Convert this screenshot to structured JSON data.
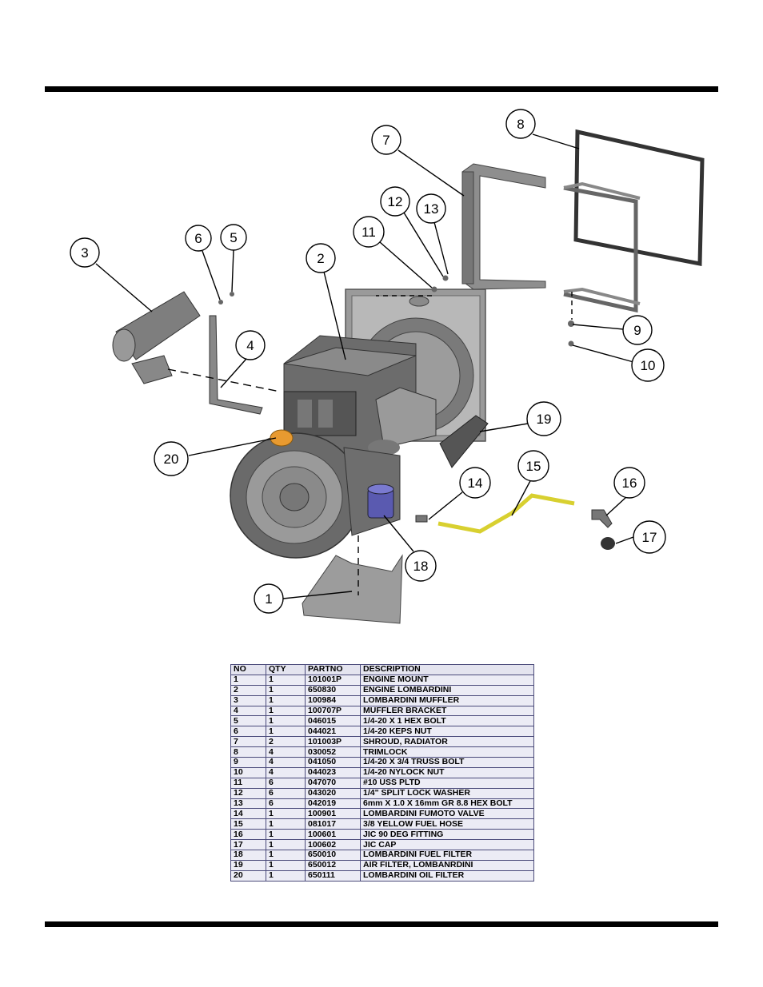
{
  "callouts": [
    "1",
    "2",
    "3",
    "4",
    "5",
    "6",
    "7",
    "8",
    "9",
    "10",
    "11",
    "12",
    "13",
    "14",
    "15",
    "16",
    "17",
    "18",
    "19",
    "20"
  ],
  "table": {
    "headers": [
      "NO",
      "QTY",
      "PARTNO",
      "DESCRIPTION"
    ],
    "rows": [
      [
        "1",
        "1",
        "101001P",
        "ENGINE MOUNT"
      ],
      [
        "2",
        "1",
        "650830",
        "ENGINE LOMBARDINI"
      ],
      [
        "3",
        "1",
        "100984",
        "LOMBARDINI MUFFLER"
      ],
      [
        "4",
        "1",
        "100707P",
        "MUFFLER BRACKET"
      ],
      [
        "5",
        "1",
        "046015",
        "1/4-20 X 1 HEX BOLT"
      ],
      [
        "6",
        "1",
        "044021",
        "1/4-20 KEPS NUT"
      ],
      [
        "7",
        "2",
        "101003P",
        "SHROUD, RADIATOR"
      ],
      [
        "8",
        "4",
        "030052",
        "TRIMLOCK"
      ],
      [
        "9",
        "4",
        "041050",
        "1/4-20 X 3/4 TRUSS BOLT"
      ],
      [
        "10",
        "4",
        "044023",
        "1/4-20 NYLOCK NUT"
      ],
      [
        "11",
        "6",
        "047070",
        "#10 USS PLTD"
      ],
      [
        "12",
        "6",
        "043020",
        "1/4\" SPLIT LOCK WASHER"
      ],
      [
        "13",
        "6",
        "042019",
        "6mm X 1.0 X 16mm GR 8.8 HEX BOLT"
      ],
      [
        "14",
        "1",
        "100901",
        "LOMBARDINI FUMOTO VALVE"
      ],
      [
        "15",
        "1",
        "081017",
        "3/8 YELLOW FUEL HOSE"
      ],
      [
        "16",
        "1",
        "100601",
        "JIC 90 DEG FITTING"
      ],
      [
        "17",
        "1",
        "100602",
        "JIC CAP"
      ],
      [
        "18",
        "1",
        "650010",
        "LOMBARDINI FUEL FILTER"
      ],
      [
        "19",
        "1",
        "650012",
        "AIR FILTER,  LOMBANRDINI"
      ],
      [
        "20",
        "1",
        "650111",
        "LOMBARDINI OIL FILTER"
      ]
    ]
  }
}
